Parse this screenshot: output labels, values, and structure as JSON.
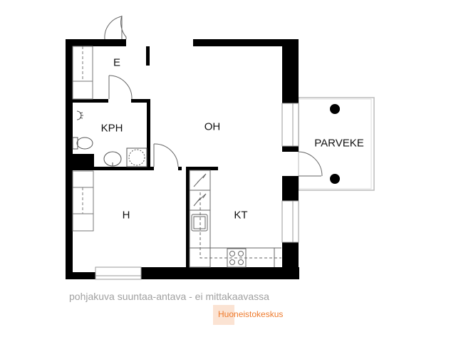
{
  "rooms": {
    "entrance": {
      "label": "E"
    },
    "bathroom": {
      "label": "KPH"
    },
    "living_room": {
      "label": "OH"
    },
    "balcony": {
      "label": "PARVEKE"
    },
    "bedroom": {
      "label": "H"
    },
    "kitchen": {
      "label": "KT"
    }
  },
  "footer": {
    "disclaimer": "pohjakuva suuntaa-antava - ei mittakaavassa",
    "brand": "Huoneistokeskus",
    "brand_color": "#ee7a2c"
  },
  "colors": {
    "wall": "#000000",
    "fixture_line": "#777777",
    "caption": "#a0a0a0"
  }
}
